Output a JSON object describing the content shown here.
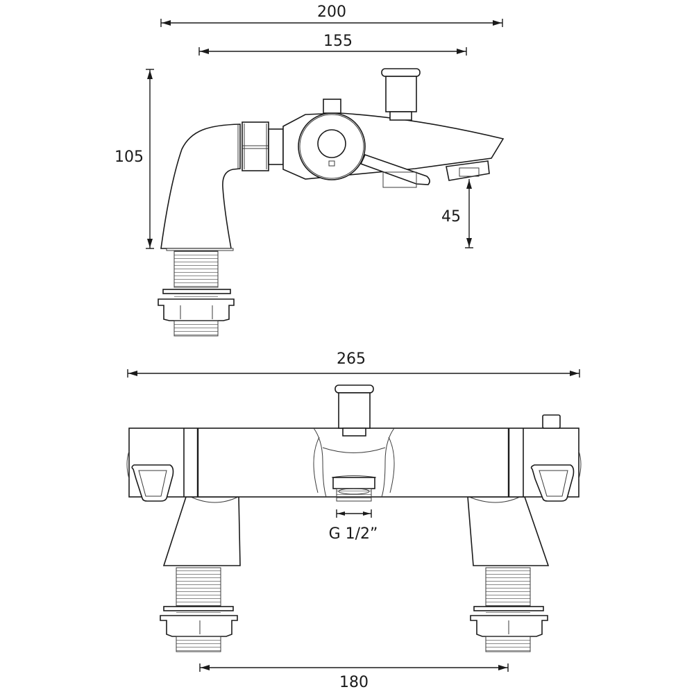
{
  "drawing": {
    "title": "Thermostatic bath shower mixer - dimensional drawing",
    "units": "mm",
    "colors": {
      "line": "#1a1a1a",
      "background": "#ffffff",
      "thread": "#777777"
    }
  },
  "side_view": {
    "dimensions": {
      "overall_width": "200",
      "spout_reach": "155",
      "height": "105",
      "spout_clearance": "45"
    }
  },
  "front_view": {
    "dimensions": {
      "overall_width": "265",
      "centres": "180",
      "outlet_thread": "G 1/2”"
    }
  }
}
